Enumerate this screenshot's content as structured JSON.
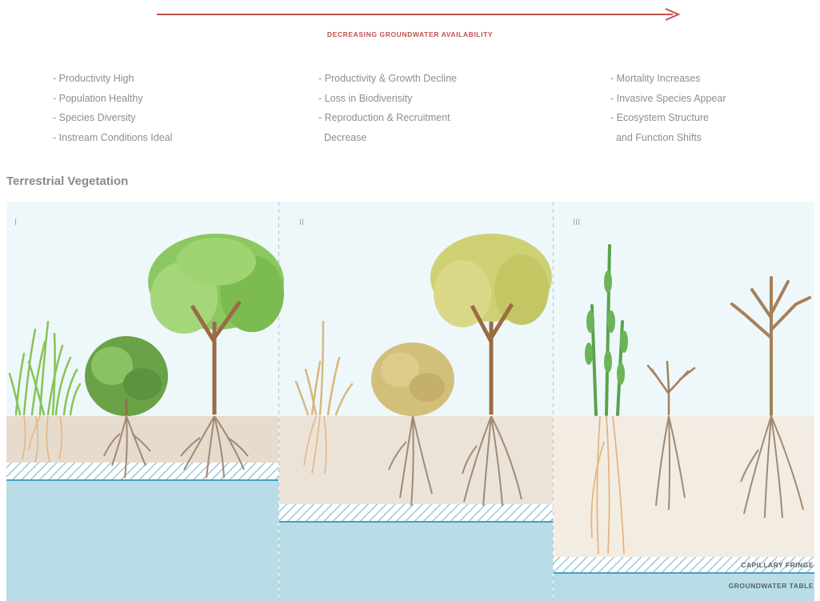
{
  "header": {
    "arrow_label": "DECREASING GROUNDWATER AVAILABILITY",
    "arrow_color": "#c0504d"
  },
  "columns": [
    {
      "items": [
        "- Productivity High",
        "- Population Healthy",
        "- Species Diversity",
        "- Instream Conditions Ideal"
      ]
    },
    {
      "items": [
        "- Productivity & Growth Decline",
        "- Loss in Biodiverisity",
        "- Reproduction & Recruitment",
        "  Decrease"
      ]
    },
    {
      "items": [
        "- Mortality Increases",
        "- Invasive Species Appear",
        "- Ecosystem Structure",
        "  and Function Shifts"
      ]
    }
  ],
  "section_title": "Terrestrial Vegetation",
  "panels": [
    {
      "numeral": "I",
      "plant_colors": [
        "#7cc34a",
        "#5e9e3a",
        "#9ccd6a"
      ]
    },
    {
      "numeral": "II",
      "plant_colors": [
        "#d9b77a",
        "#d2c07a",
        "#c8cc6c"
      ]
    },
    {
      "numeral": "III",
      "plant_colors": [
        "#5aa24a",
        "#a5805a",
        "#a5805a"
      ]
    }
  ],
  "legend": {
    "capillary_fringe": "CAPILLARY FRINGE",
    "groundwater_table": "GROUNDWATER TABLE"
  },
  "colors": {
    "sky": "#eef8fb",
    "soil": "#e7dbce",
    "groundwater": "#b9dde7",
    "water_line": "#4a9ec1",
    "trunk": "#9a6b45",
    "roots": "#a08a73",
    "grass_roots": "#e3b580"
  }
}
